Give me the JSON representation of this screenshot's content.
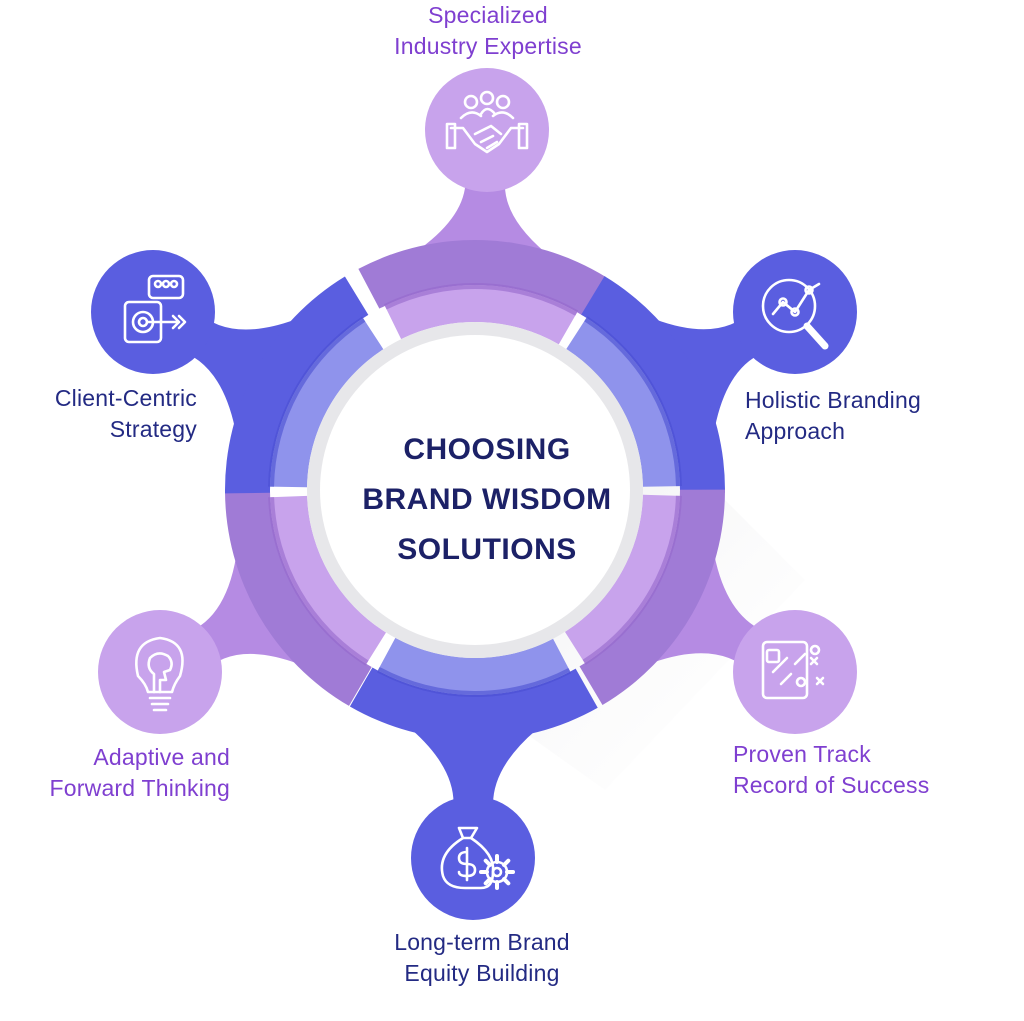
{
  "diagram": {
    "center_title": [
      "CHOOSING",
      "BRAND WISDOM",
      "SOLUTIONS"
    ],
    "items": [
      {
        "label": [
          "Specialized",
          "Industry Expertise"
        ],
        "icon": "handshake-team-icon",
        "tone": "light"
      },
      {
        "label": [
          "Holistic Branding",
          "Approach"
        ],
        "icon": "magnifier-analytics-icon",
        "tone": "dark"
      },
      {
        "label": [
          "Proven Track",
          "Record of Success"
        ],
        "icon": "strategy-board-icon",
        "tone": "light"
      },
      {
        "label": [
          "Long-term Brand",
          "Equity Building"
        ],
        "icon": "money-bag-gear-icon",
        "tone": "dark"
      },
      {
        "label": [
          "Adaptive and",
          "Forward Thinking"
        ],
        "icon": "lightbulb-head-icon",
        "tone": "light"
      },
      {
        "label": [
          "Client-Centric",
          "Strategy"
        ],
        "icon": "target-chat-icon",
        "tone": "dark"
      }
    ]
  },
  "colors": {
    "dark_fill": "#5a5ee0",
    "dark_light": "#8f93ec",
    "light_fill": "#c8a3ec",
    "light_mid": "#b58be3",
    "light_dark": "#a07bd6",
    "ring_inner": "#e7e7ea",
    "text_purple": "#7f3fd0",
    "text_navy": "#232a83",
    "title_navy": "#1c2167"
  }
}
